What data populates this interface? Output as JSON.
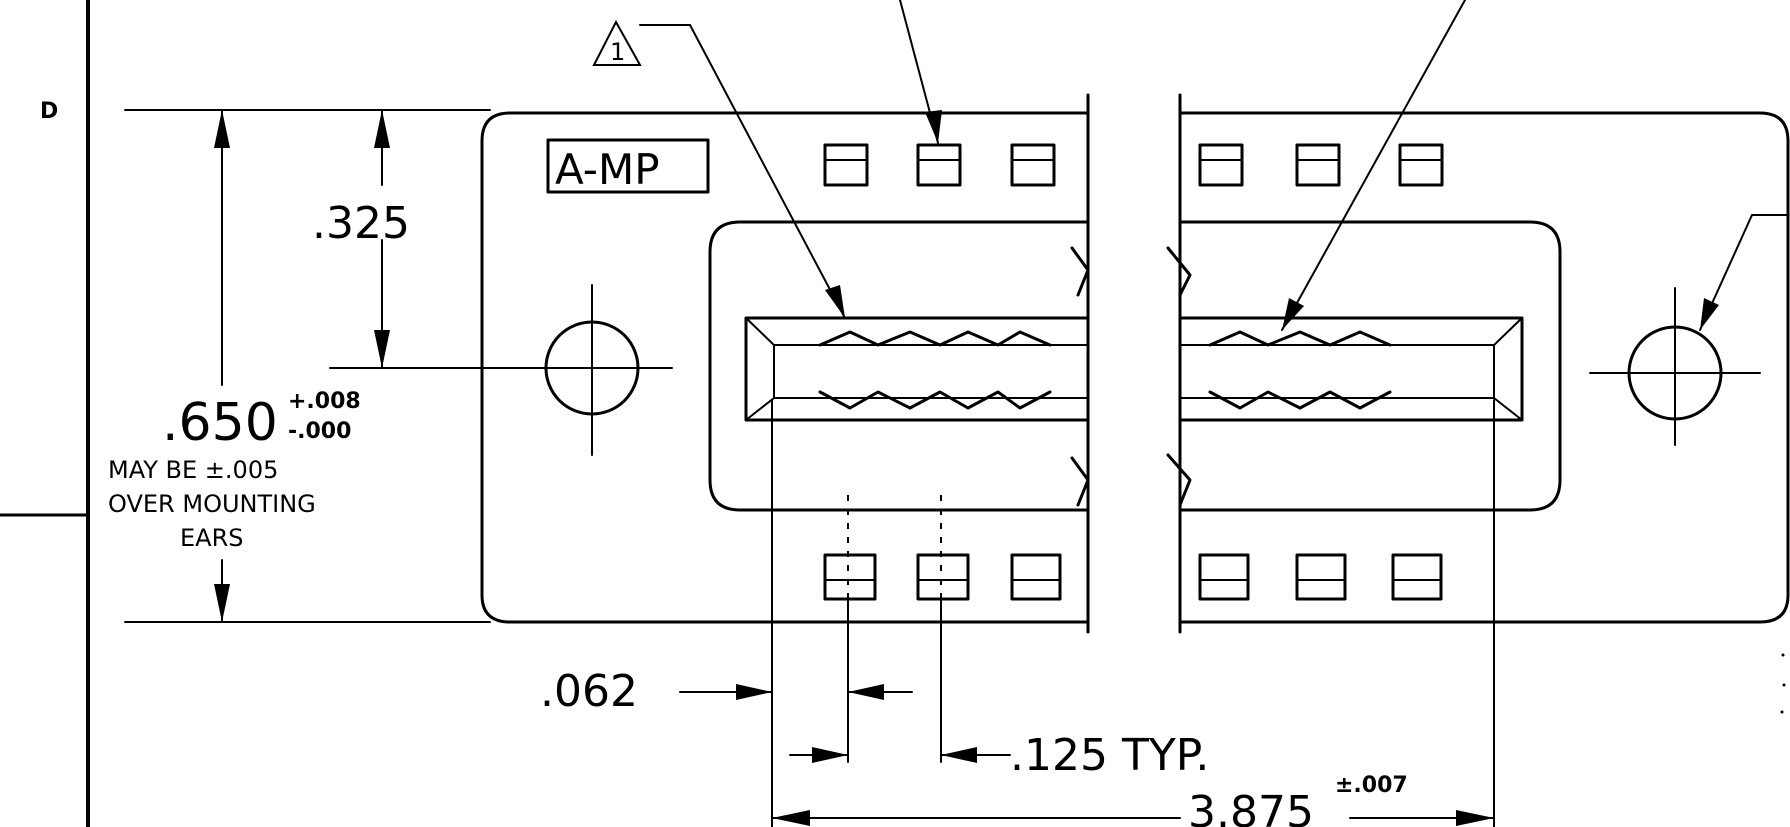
{
  "zone_label": "D",
  "logo_text": "A-MP",
  "flag_note_number": "1",
  "dimensions": {
    "height_inner": ".325",
    "height_total": ".650",
    "height_total_tol_plus": "+.008",
    "height_total_tol_minus": "-.000",
    "note_line_1": "MAY BE ±.005",
    "note_line_2": "OVER MOUNTING",
    "note_line_3": "EARS",
    "edge_offset": ".062",
    "pitch": ".125 TYP.",
    "overall_length": "3.875",
    "overall_length_tol": "±.007"
  }
}
